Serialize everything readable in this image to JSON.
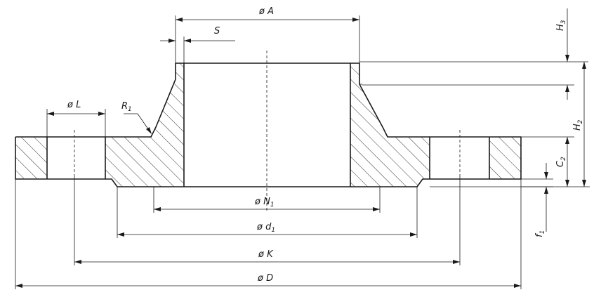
{
  "labels": {
    "A": {
      "prefix": "ø ",
      "main": "A",
      "sub": ""
    },
    "S": {
      "prefix": "",
      "main": "S",
      "sub": ""
    },
    "L": {
      "prefix": "ø ",
      "main": "L",
      "sub": ""
    },
    "R1": {
      "prefix": "",
      "main": "R",
      "sub": "1"
    },
    "H3": {
      "prefix": "",
      "main": "H",
      "sub": "3"
    },
    "H2": {
      "prefix": "",
      "main": "H",
      "sub": "2"
    },
    "C2": {
      "prefix": "",
      "main": "C",
      "sub": "2"
    },
    "f1": {
      "prefix": "",
      "main": "f",
      "sub": "1"
    },
    "N1": {
      "prefix": "ø ",
      "main": "N",
      "sub": "1"
    },
    "d1": {
      "prefix": "ø ",
      "main": "d",
      "sub": "1"
    },
    "K": {
      "prefix": "ø ",
      "main": "K",
      "sub": ""
    },
    "D": {
      "prefix": "ø ",
      "main": "D",
      "sub": ""
    }
  }
}
